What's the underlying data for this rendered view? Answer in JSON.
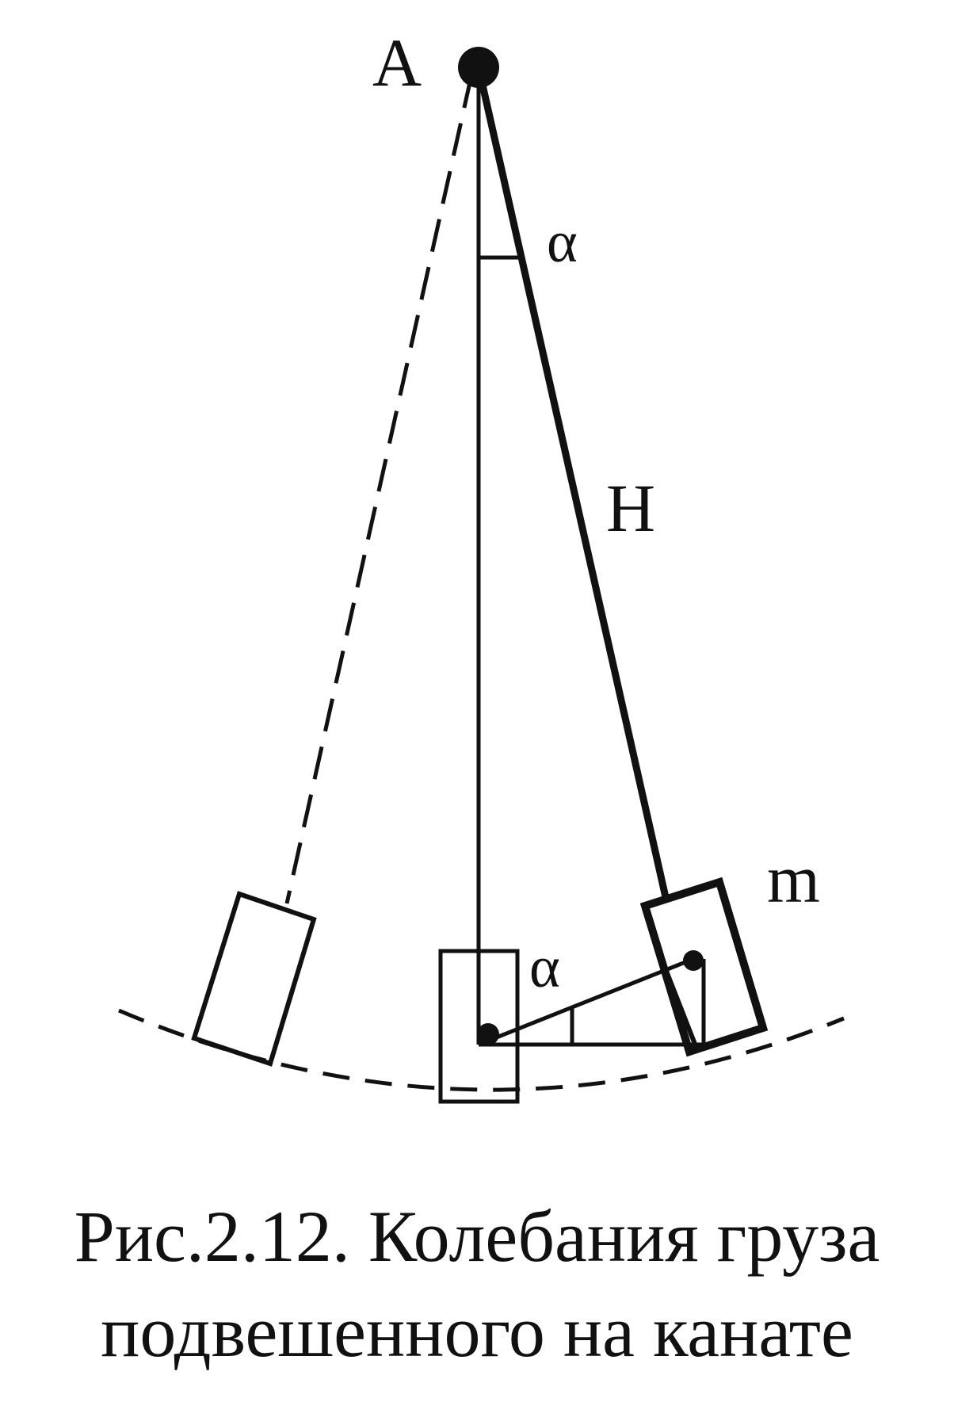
{
  "labels": {
    "pivot": "A",
    "angle_top": "α",
    "rope_length": "H",
    "mass": "m",
    "angle_bottom": "α"
  },
  "caption": {
    "line1": "Рис.2.12. Колебания груза",
    "line2": "подвешенного на канате"
  },
  "colors": {
    "ink": "#111111",
    "background": "#ffffff"
  }
}
